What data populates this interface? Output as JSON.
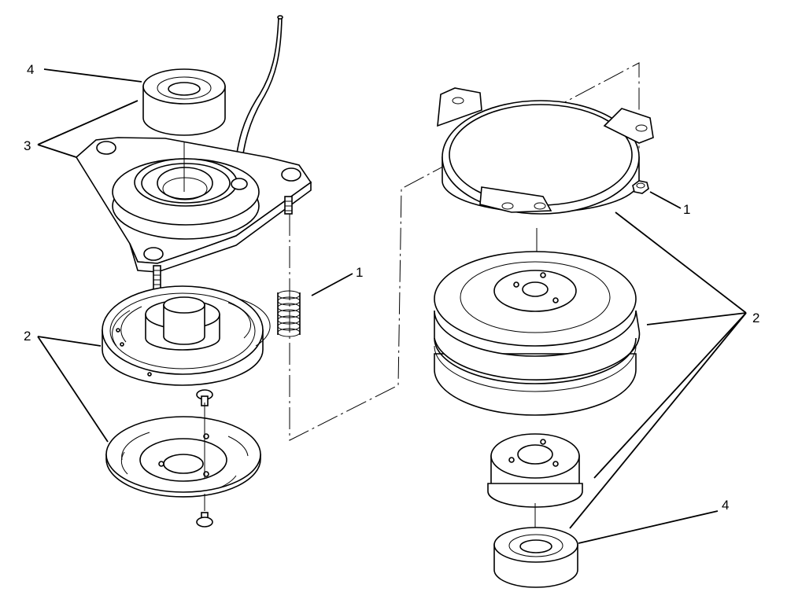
{
  "callouts": {
    "left_4": "4",
    "left_3": "3",
    "left_2": "2",
    "left_1": "1",
    "right_1": "1",
    "right_2": "2",
    "right_4": "4"
  },
  "colors": {
    "line": "#000000",
    "background": "#ffffff"
  }
}
